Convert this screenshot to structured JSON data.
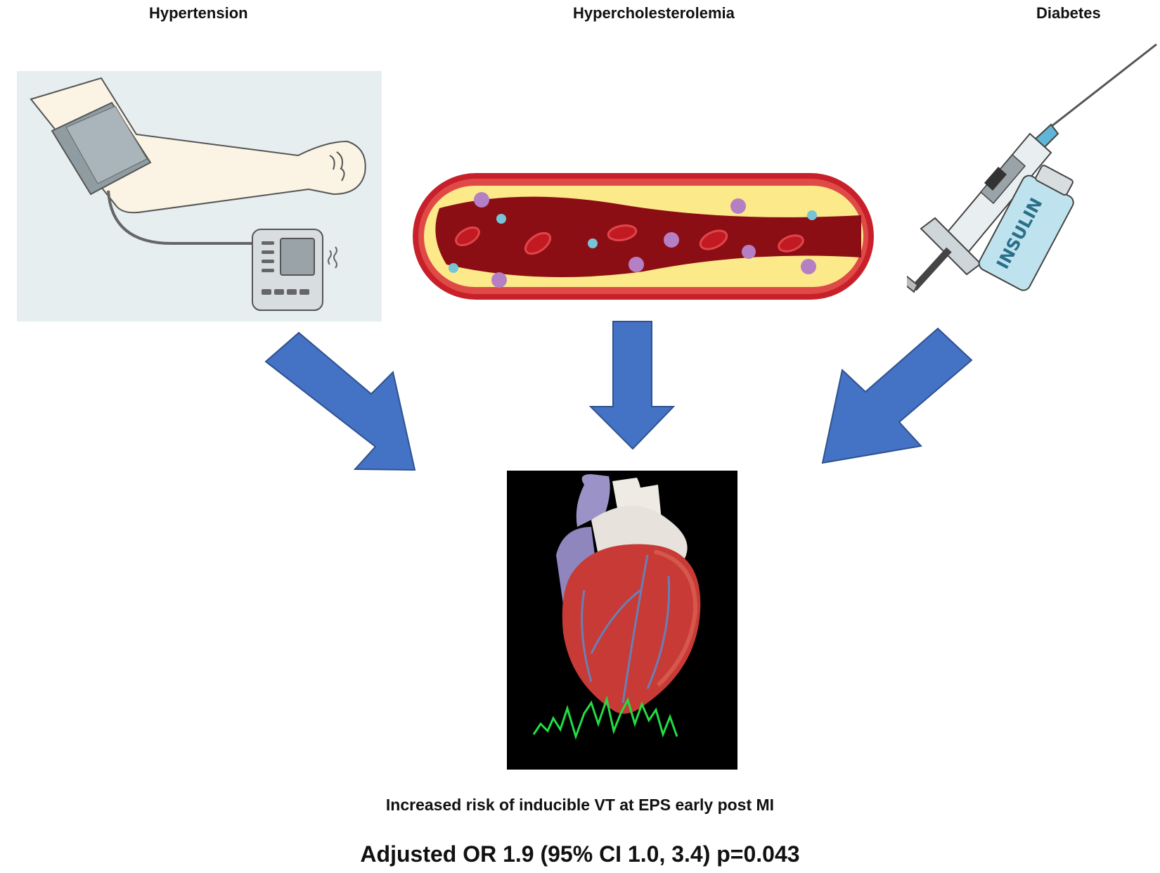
{
  "risk_factors": {
    "hypertension": "Hypertension",
    "hypercholesterolemia": "Hypercholesterolemia",
    "diabetes": "Diabetes"
  },
  "insulin_label": "INSULIN",
  "outcome": "Increased risk of inducible VT at EPS early post MI",
  "statistics": "Adjusted OR 1.9 (95% CI 1.0, 3.4) p=0.043",
  "colors": {
    "arrow": "#4472c4",
    "arrow_stroke": "#2f528f",
    "vessel_wall": "#c8202a",
    "plaque": "#fbe98a",
    "blood": "#8b0e14",
    "ecg": "#22dd44",
    "heart_bg": "#000000"
  }
}
